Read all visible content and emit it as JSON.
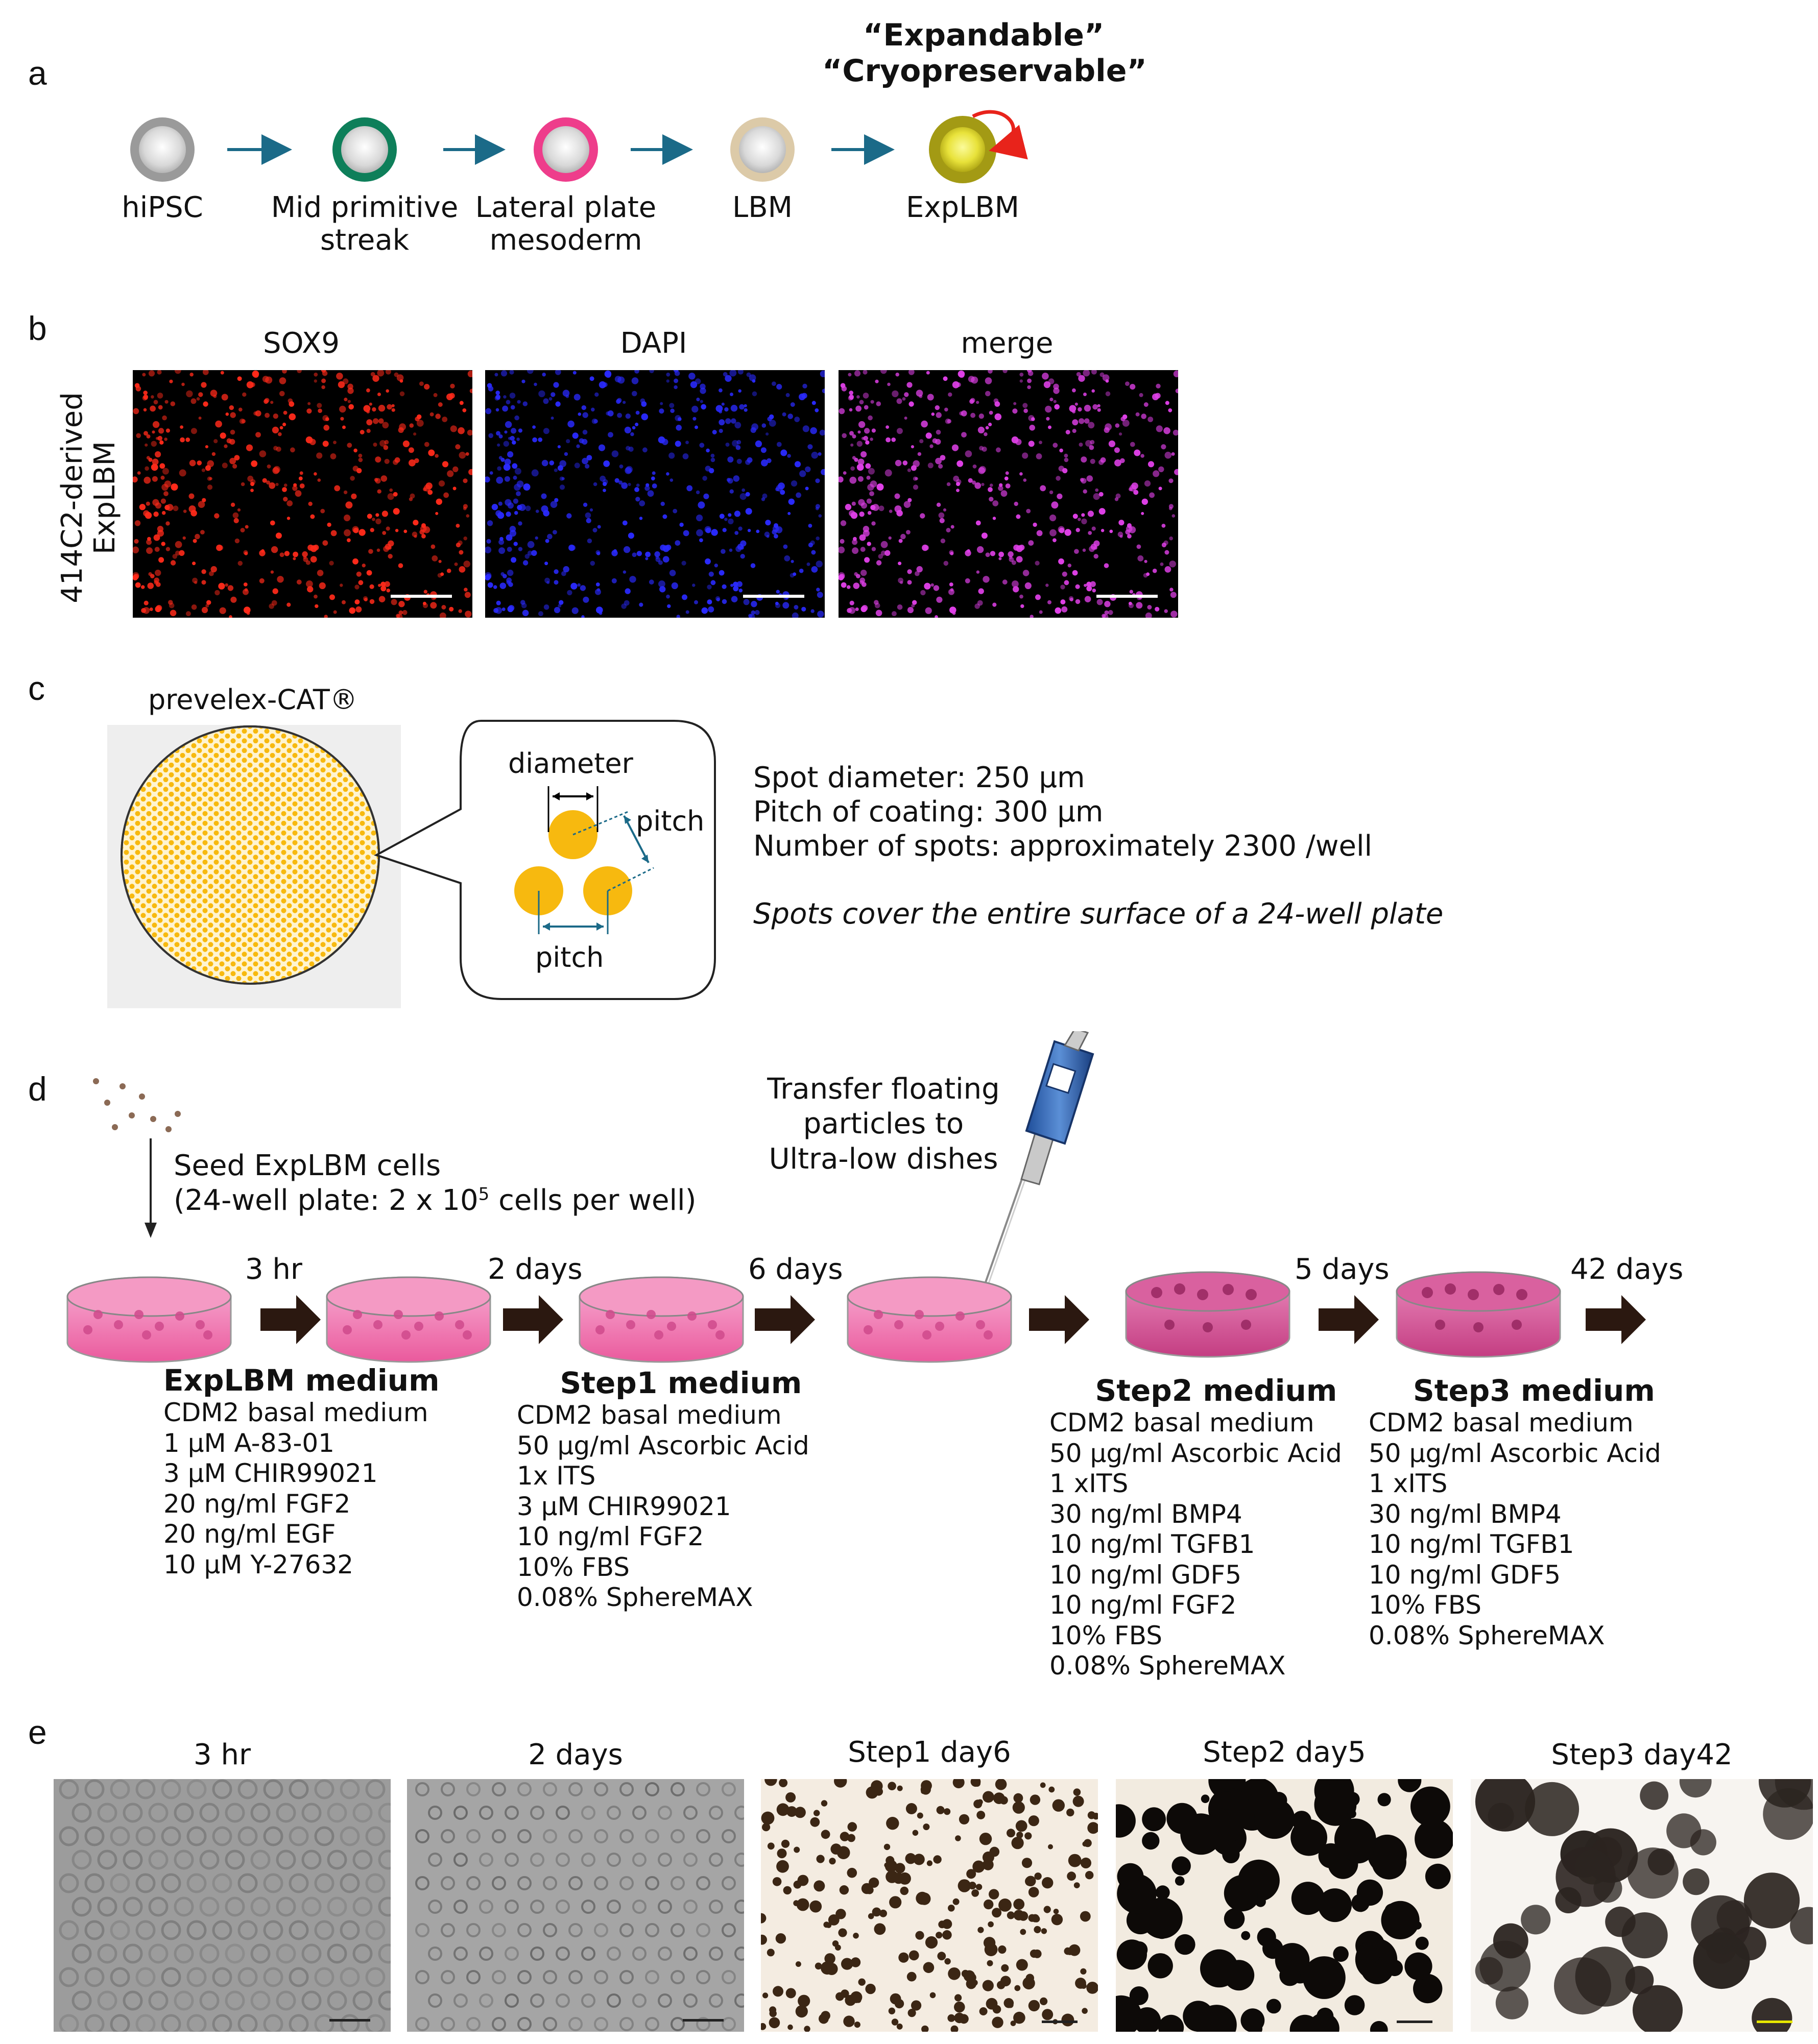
{
  "panel_a": {
    "letter": "a",
    "top_quote1": "“Expandable”",
    "top_quote2": "“Cryopreservable”",
    "stages": [
      {
        "label": "hiPSC",
        "ring": "#8c8c8c",
        "core": "#ededed"
      },
      {
        "label": "Mid primitive\nstreak",
        "ring": "#0e7f5a",
        "core": "#efefef"
      },
      {
        "label": "Lateral plate\nmesoderm",
        "ring": "#ee3d8b",
        "core": "#f3f3f3"
      },
      {
        "label": "LBM",
        "ring": "#d9c9a6",
        "core": "#efefef"
      },
      {
        "label": "ExpLBM",
        "ring": "#a39a14",
        "core": "#f2f06a"
      }
    ],
    "arrow_color": "#1b6a88",
    "loop_arrow_color": "#e8231b"
  },
  "panel_b": {
    "letter": "b",
    "row_label_1": "414C2-derived",
    "row_label_2": "ExpLBM",
    "channels": [
      {
        "title": "SOX9",
        "color": "#ff2a1a"
      },
      {
        "title": "DAPI",
        "color": "#2a2aff"
      },
      {
        "title": "merge",
        "color": "#e040e8"
      }
    ]
  },
  "panel_c": {
    "letter": "c",
    "product": "prevelex-CAT®",
    "spot_color": "#f7b90f",
    "zoom_labels": {
      "diameter": "diameter",
      "pitch_right": "pitch",
      "pitch_bottom": "pitch"
    },
    "specs": [
      "Spot diameter: 250 μm",
      "Pitch of coating: 300 μm",
      "Number of spots: approximately 2300 /well"
    ],
    "note": "Spots cover the entire surface of a 24-well plate"
  },
  "panel_d": {
    "letter": "d",
    "seed_line1": "Seed ExpLBM cells",
    "seed_line2_pre": "(24-well plate: 2 x 10",
    "seed_line2_sup": "5",
    "seed_line2_post": " cells per well)",
    "transfer": [
      "Transfer floating",
      "particles to",
      "Ultra-low dishes"
    ],
    "timepoints": [
      "3 hr",
      "2 days",
      "6 days",
      "5 days",
      "42 days"
    ],
    "media": [
      {
        "title": "ExpLBM medium",
        "items": [
          "CDM2 basal medium",
          "1 μM A-83-01",
          "3 μM CHIR99021",
          "20 ng/ml FGF2",
          "20 ng/ml EGF",
          "10 μM Y-27632"
        ]
      },
      {
        "title": "Step1 medium",
        "items": [
          "CDM2 basal medium",
          "50 μg/ml Ascorbic Acid",
          "1x ITS",
          "3 μM CHIR99021",
          "10 ng/ml FGF2",
          "10% FBS",
          "0.08% SphereMAX"
        ]
      },
      {
        "title": "Step2 medium",
        "items": [
          "CDM2 basal medium",
          "50 μg/ml Ascorbic Acid",
          "1 xITS",
          "30 ng/ml BMP4",
          "10 ng/ml TGFB1",
          "10 ng/ml GDF5",
          "10 ng/ml FGF2",
          "10% FBS",
          "0.08% SphereMAX"
        ]
      },
      {
        "title": "Step3 medium",
        "items": [
          "CDM2 basal medium",
          "50 μg/ml Ascorbic Acid",
          "1 xITS",
          "30 ng/ml BMP4",
          "10 ng/ml TGFB1",
          "10 ng/ml GDF5",
          "10% FBS",
          "0.08% SphereMAX"
        ]
      }
    ],
    "dish_color": "#ee6aa8",
    "dish_color_dark": "#c23a7b"
  },
  "panel_e": {
    "letter": "e",
    "images": [
      "3 hr",
      "2 days",
      "Step1 day6",
      "Step2 day5",
      "Step3 day42"
    ]
  }
}
